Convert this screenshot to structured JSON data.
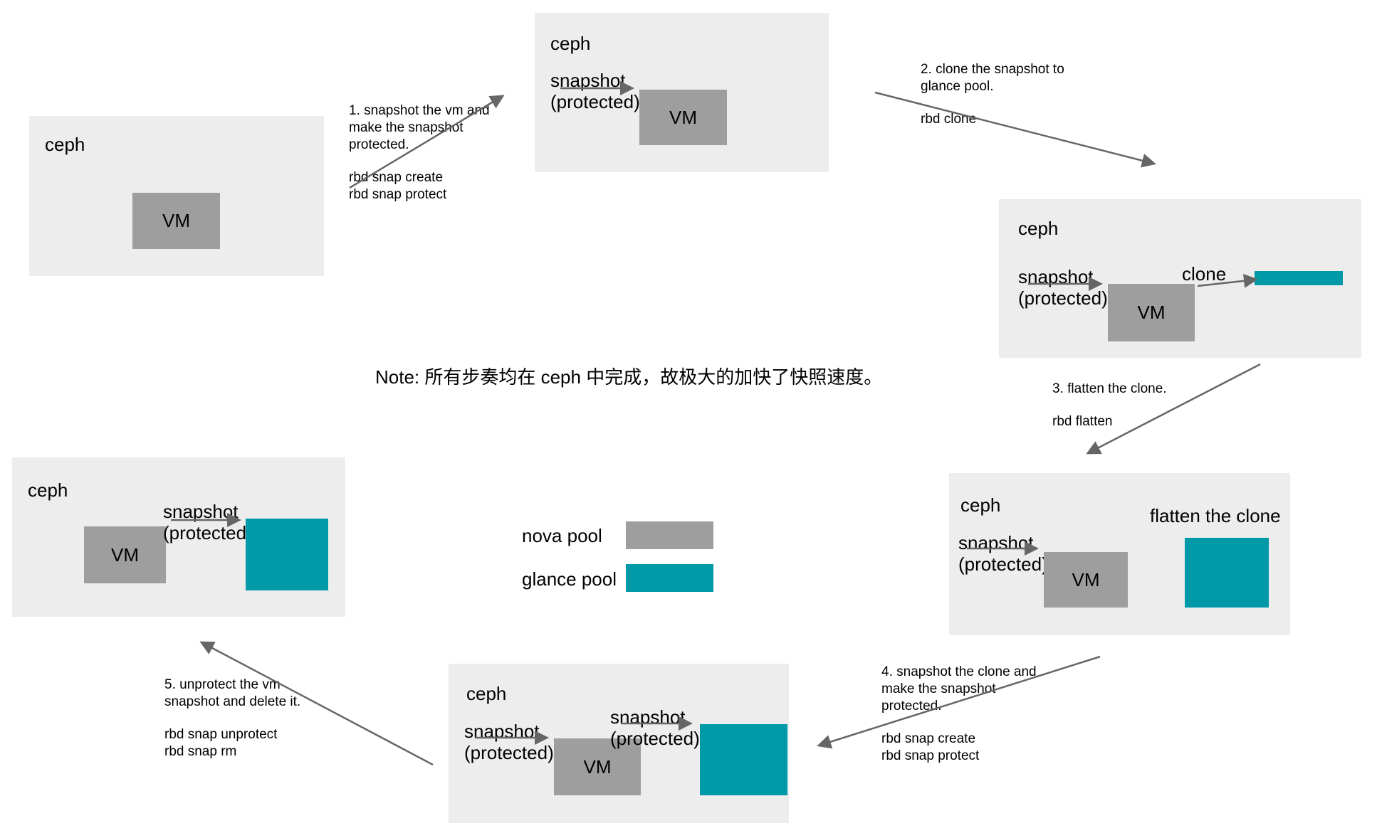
{
  "colors": {
    "box_bg": "#ededed",
    "nova_gray": "#9e9e9e",
    "glance_teal": "#0099a8",
    "arrow": "#666666",
    "text": "#000000"
  },
  "diagram": {
    "note": "Note: 所有步奏均在 ceph 中完成，故极大的加快了快照速度。",
    "labels": {
      "ceph": "ceph",
      "vm": "VM",
      "snapshot": "snapshot",
      "protected": "(protected)",
      "clone": "clone",
      "flatten": "flatten the clone"
    },
    "legend": [
      {
        "label": "nova pool",
        "color": "#9e9e9e"
      },
      {
        "label": "glance pool",
        "color": "#0099a8"
      }
    ],
    "steps": [
      {
        "desc": "1. snapshot the vm and\nmake the snapshot\nprotected.",
        "cmds": "rbd snap create\nrbd snap protect"
      },
      {
        "desc": "2. clone the snapshot to\nglance pool.",
        "cmds": "rbd clone"
      },
      {
        "desc": "3. flatten the clone.",
        "cmds": "rbd flatten"
      },
      {
        "desc": "4. snapshot the clone and\nmake the snapshot\nprotected.",
        "cmds": "rbd snap create\nrbd snap protect"
      },
      {
        "desc": "5. unprotect the vm\nsnapshot and delete it.",
        "cmds": "rbd snap unprotect\nrbd snap rm"
      }
    ]
  }
}
